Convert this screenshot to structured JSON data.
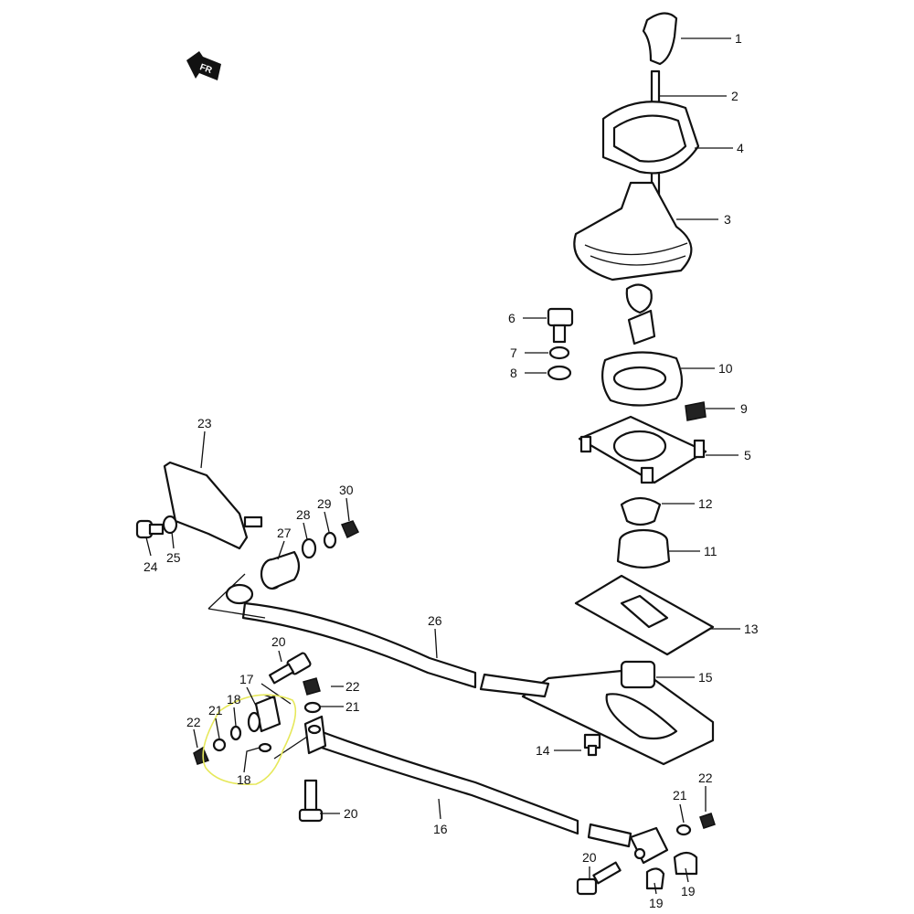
{
  "diagram": {
    "title": "Gear shift lever and control shaft parts diagram",
    "direction_badge": "FR",
    "highlight_color": "#e6e85a",
    "callouts": [
      "1",
      "2",
      "4",
      "3",
      "6",
      "7",
      "8",
      "10",
      "9",
      "5",
      "12",
      "11",
      "13",
      "15",
      "14",
      "23",
      "24",
      "25",
      "27",
      "28",
      "29",
      "30",
      "26",
      "20",
      "22",
      "21",
      "17",
      "18",
      "21",
      "22",
      "18",
      "20",
      "16",
      "21",
      "22",
      "20",
      "19",
      "19"
    ]
  }
}
